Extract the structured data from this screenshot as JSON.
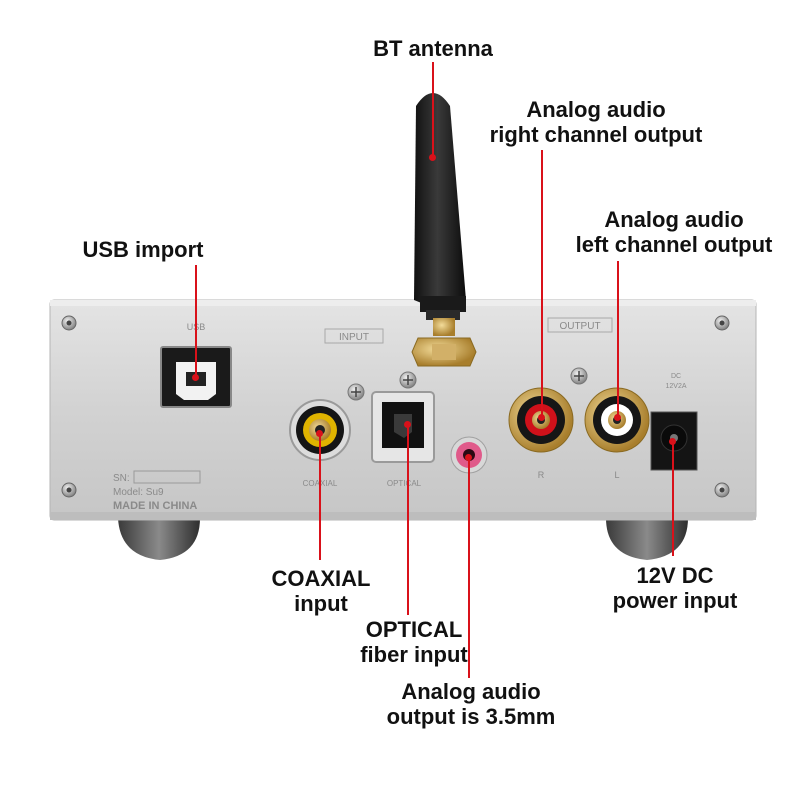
{
  "callouts": {
    "bt_antenna": "BT antenna",
    "right_output_line1": "Analog audio",
    "right_output_line2": "right channel output",
    "left_output_line1": "Analog audio",
    "left_output_line2": "left channel output",
    "usb_import": "USB import",
    "coaxial_line1": "COAXIAL",
    "coaxial_line2": "input",
    "optical_line1": "OPTICAL",
    "optical_line2": "fiber input",
    "analog35_line1": "Analog audio",
    "analog35_line2": "output is 3.5mm",
    "power_line1": "12V DC",
    "power_line2": "power input"
  },
  "panel": {
    "usb_label": "USB",
    "input_label": "INPUT",
    "output_label": "OUTPUT",
    "dc_label_line1": "DC",
    "dc_label_line2": "12V2A",
    "coaxial_label": "COAXIAL",
    "optical_label": "OPTICAL",
    "r_label": "R",
    "l_label": "L",
    "sn_label": "SN:",
    "model_label": "Model:  Su9",
    "made_in": "MADE IN CHINA"
  },
  "colors": {
    "leader": "#d9111a",
    "chassis": "#d6d6d6",
    "coaxial_ring": "#e0b400",
    "right_ring": "#d0111a",
    "left_ring": "#ffffff",
    "jack35": "#e05a8a",
    "gold": "#c9a24a"
  }
}
